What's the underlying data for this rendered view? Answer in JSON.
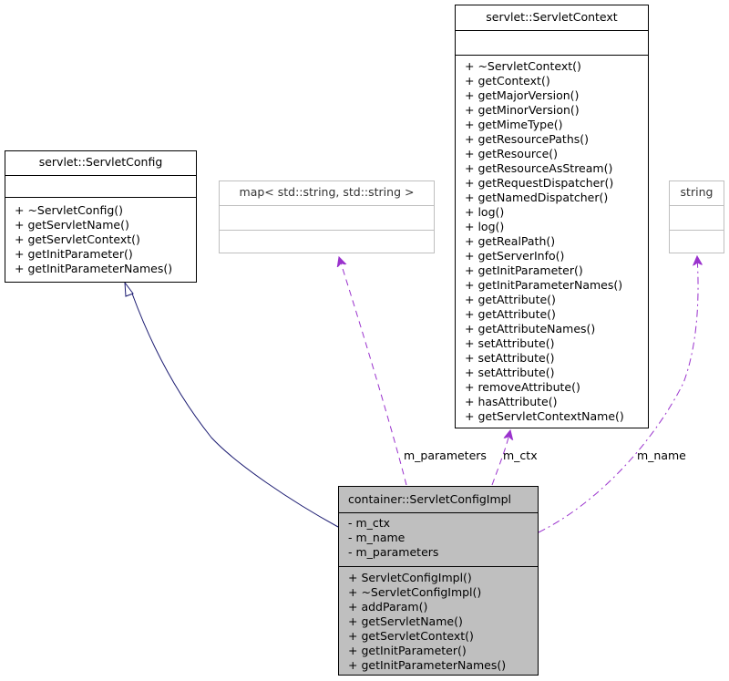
{
  "classes": {
    "servlet_config": {
      "name": "servlet::ServletConfig",
      "attributes": [],
      "methods": [
        "+ ~ServletConfig()",
        "+ getServletName()",
        "+ getServletContext()",
        "+ getInitParameter()",
        "+ getInitParameterNames()"
      ]
    },
    "map": {
      "name": "map< std::string, std::string >",
      "attributes": [],
      "methods": []
    },
    "servlet_context": {
      "name": "servlet::ServletContext",
      "attributes": [],
      "methods": [
        "+ ~ServletContext()",
        "+ getContext()",
        "+ getMajorVersion()",
        "+ getMinorVersion()",
        "+ getMimeType()",
        "+ getResourcePaths()",
        "+ getResource()",
        "+ getResourceAsStream()",
        "+ getRequestDispatcher()",
        "+ getNamedDispatcher()",
        "+ log()",
        "+ log()",
        "+ getRealPath()",
        "+ getServerInfo()",
        "+ getInitParameter()",
        "+ getInitParameterNames()",
        "+ getAttribute()",
        "+ getAttribute()",
        "+ getAttributeNames()",
        "+ setAttribute()",
        "+ setAttribute()",
        "+ setAttribute()",
        "+ removeAttribute()",
        "+ hasAttribute()",
        "+ getServletContextName()"
      ]
    },
    "string": {
      "name": "string",
      "attributes": [],
      "methods": []
    },
    "servlet_config_impl": {
      "name": "container::ServletConfigImpl",
      "attributes": [
        "- m_ctx",
        "- m_name",
        "- m_parameters"
      ],
      "methods": [
        "+ ServletConfigImpl()",
        "+ ~ServletConfigImpl()",
        "+ addParam()",
        "+ getServletName()",
        "+ getServletContext()",
        "+ getInitParameter()",
        "+ getInitParameterNames()"
      ]
    }
  },
  "edges": {
    "m_parameters": "m_parameters",
    "m_ctx": "m_ctx",
    "m_name": "m_name"
  },
  "colors": {
    "inheritance": "#191970",
    "usage": "#9a32cd",
    "main_fill": "#bfbfbf"
  }
}
